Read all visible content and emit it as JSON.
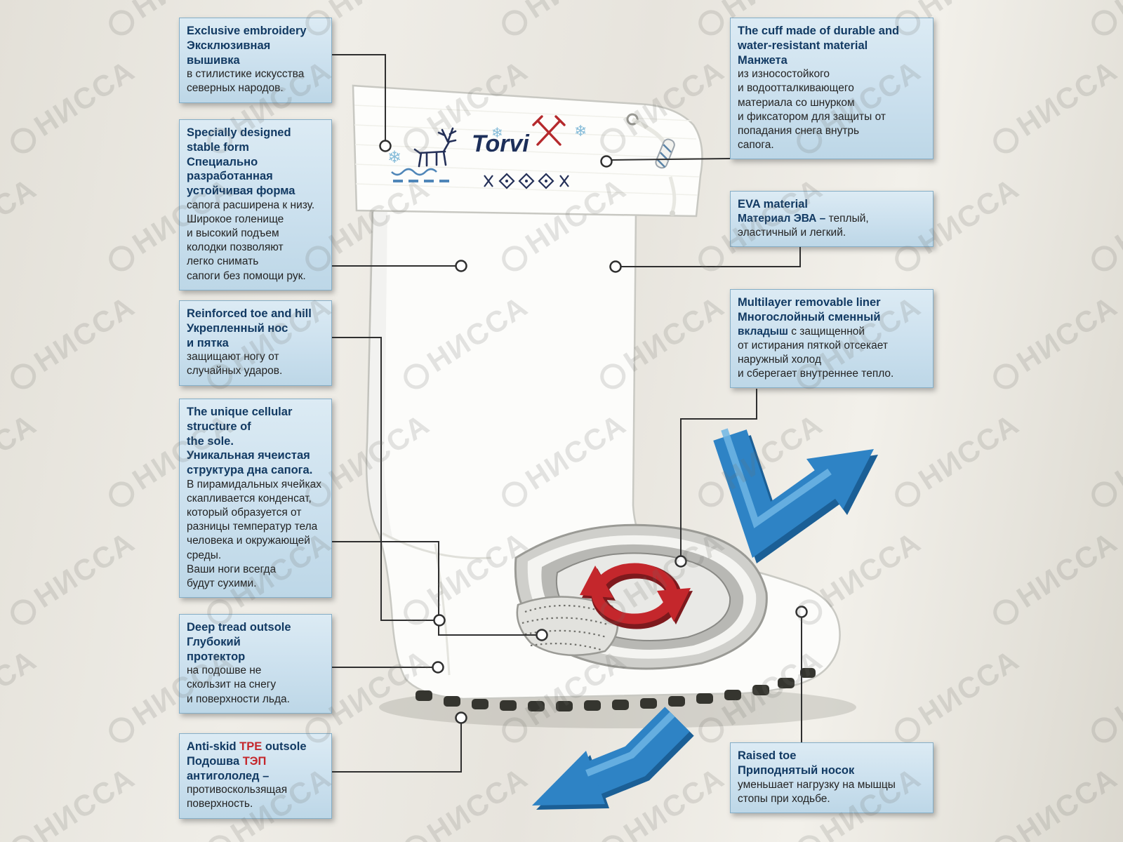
{
  "watermark": {
    "text": "НИССА"
  },
  "brand": {
    "name": "Torvi"
  },
  "icons": {
    "snowflake": "❄"
  },
  "colors": {
    "box_blue": "#cbe0ee",
    "title_blue": "#123a63",
    "accent_red": "#c4272c",
    "arrow_blue": "#2e83c5",
    "background": "#e9e6df"
  },
  "callouts": {
    "embroidery": {
      "title": [
        "Exclusive embroidery",
        "Эксклюзивная",
        "вышивка"
      ],
      "body": [
        "в стилистике искусства",
        "северных народов."
      ]
    },
    "stable_form": {
      "title": [
        "Specially designed",
        "stable form",
        "Специально",
        "разработанная",
        "устойчивая форма"
      ],
      "body": [
        "сапога расширена к низу.",
        "Широкое голенище",
        "и высокий подъем",
        "колодки позволяют",
        "легко снимать",
        "сапоги без помощи рук."
      ]
    },
    "reinforced": {
      "title": [
        "Reinforced toe and hill",
        "Укрепленный нос",
        "и пятка"
      ],
      "body": [
        "защищают ногу от",
        "случайных ударов."
      ]
    },
    "cellular": {
      "title": [
        "The unique cellular",
        "structure of",
        "the sole.",
        "Уникальная ячеистая",
        "структура дна сапога."
      ],
      "body": [
        "В пирамидальных ячейках",
        "скапливается конденсат,",
        "который образуется от",
        "разницы температур тела",
        "человека и окружающей",
        "среды.",
        "Ваши ноги всегда",
        "будут сухими."
      ]
    },
    "deep_tread": {
      "title": [
        "Deep tread outsole",
        "Глубокий",
        "протектор"
      ],
      "body": [
        "на подошве не",
        "скользит на снегу",
        "и поверхности льда."
      ]
    },
    "anti_skid": {
      "t1a": "Anti-skid ",
      "t1b": "TPE",
      "t1c": " outsole",
      "t2a": "Подошва ",
      "t2b": "ТЭП",
      "t3": "антигололед –",
      "body": [
        "противоскользящая",
        "поверхность."
      ]
    },
    "cuff": {
      "title": [
        "The cuff made of durable and",
        "water-resistant material",
        "Манжета"
      ],
      "body": [
        "из износостойкого",
        "и водоотталкивающего",
        "материала со шнурком",
        "и фиксатором для защиты от",
        "попадания снега внутрь",
        "сапога."
      ]
    },
    "eva": {
      "title": [
        "EVA material"
      ],
      "mixed_bold": "Материал ЭВА –",
      "mixed_rest": " теплый,",
      "body": [
        "эластичный и легкий."
      ]
    },
    "liner": {
      "title": [
        "Multilayer removable liner",
        "Многослойный сменный"
      ],
      "mixed_bold": "вкладыш",
      "mixed_rest": " с защищенной",
      "body": [
        "от истирания пяткой отсекает",
        "наружный холод",
        "и сберегает внутреннее тепло."
      ]
    },
    "raised_toe": {
      "title": [
        "Raised toe",
        "Приподнятый носок"
      ],
      "body": [
        "уменьшает нагрузку на мышцы",
        "стопы  при ходьбе."
      ]
    }
  }
}
